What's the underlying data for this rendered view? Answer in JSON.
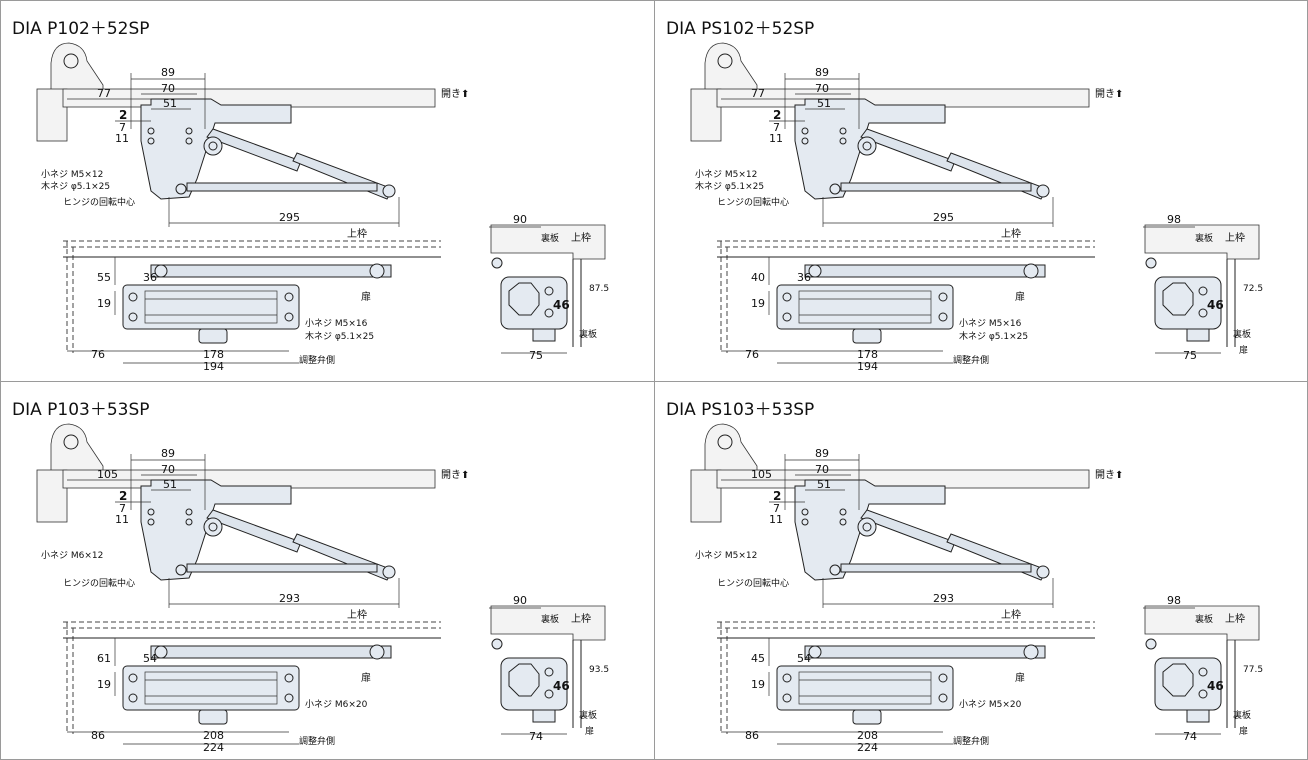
{
  "panels": [
    {
      "title": "DIA P102＋52SP",
      "labels": {
        "open": "開き⬆",
        "small_screw": "小ネジ M5×12",
        "wood_screw": "木ネジ φ5.1×25",
        "hinge_center": "ヒンジの回転中心",
        "upper_frame": "上枠",
        "door": "扉",
        "small_screw_2": "小ネジ M5×16",
        "wood_screw_2": "木ネジ φ5.1×25",
        "valve_side": "調整弁側",
        "side_upper": "上枠",
        "back_plate": "裏板",
        "back_plate_2": "裏板"
      },
      "dims": {
        "d89": "89",
        "d70": "70",
        "d51": "51",
        "d77": "77",
        "d2": "2",
        "d7": "7",
        "d11": "11",
        "arm": "295",
        "h_top": "55",
        "h_bot": "19",
        "d36": "36",
        "left": "76",
        "body": "178",
        "total": "194",
        "side_w": "90",
        "side_h": "87.5",
        "side_46": "46",
        "side_bot": "75"
      }
    },
    {
      "title": "DIA PS102＋52SP",
      "labels": {
        "open": "開き⬆",
        "small_screw": "小ネジ M5×12",
        "wood_screw": "木ネジ φ5.1×25",
        "hinge_center": "ヒンジの回転中心",
        "upper_frame": "上枠",
        "door": "扉",
        "small_screw_2": "小ネジ M5×16",
        "wood_screw_2": "木ネジ φ5.1×25",
        "valve_side": "調整弁側",
        "side_upper": "上枠",
        "back_plate": "裏板",
        "back_plate_2": "裏板",
        "side_door": "扉"
      },
      "dims": {
        "d89": "89",
        "d70": "70",
        "d51": "51",
        "d77": "77",
        "d2": "2",
        "d7": "7",
        "d11": "11",
        "arm": "295",
        "h_top": "40",
        "h_bot": "19",
        "d36": "36",
        "left": "76",
        "body": "178",
        "total": "194",
        "side_w": "98",
        "side_h": "72.5",
        "side_46": "46",
        "side_bot": "75"
      }
    },
    {
      "title": "DIA P103＋53SP",
      "labels": {
        "open": "開き⬆",
        "small_screw": "小ネジ M6×12",
        "hinge_center": "ヒンジの回転中心",
        "upper_frame": "上枠",
        "door": "扉",
        "small_screw_2": "小ネジ M6×20",
        "valve_side": "調整弁側",
        "side_upper": "上枠",
        "back_plate": "裏板",
        "back_plate_2": "裏板",
        "side_door": "扉"
      },
      "dims": {
        "d89": "89",
        "d70": "70",
        "d51": "51",
        "d77": "105",
        "d2": "2",
        "d7": "7",
        "d11": "11",
        "arm": "293",
        "h_top": "61",
        "h_bot": "19",
        "d36": "54",
        "left": "86",
        "body": "208",
        "total": "224",
        "side_w": "90",
        "side_h": "93.5",
        "side_46": "46",
        "side_bot": "74"
      }
    },
    {
      "title": "DIA PS103＋53SP",
      "labels": {
        "open": "開き⬆",
        "small_screw": "小ネジ M5×12",
        "hinge_center": "ヒンジの回転中心",
        "upper_frame": "上枠",
        "door": "扉",
        "small_screw_2": "小ネジ M5×20",
        "valve_side": "調整弁側",
        "side_upper": "上枠",
        "back_plate": "裏板",
        "back_plate_2": "裏板",
        "side_door": "扉"
      },
      "dims": {
        "d89": "89",
        "d70": "70",
        "d51": "51",
        "d77": "105",
        "d2": "2",
        "d7": "7",
        "d11": "11",
        "arm": "293",
        "h_top": "45",
        "h_bot": "19",
        "d36": "54",
        "left": "86",
        "body": "208",
        "total": "224",
        "side_w": "98",
        "side_h": "77.5",
        "side_46": "46",
        "side_bot": "74"
      }
    }
  ]
}
